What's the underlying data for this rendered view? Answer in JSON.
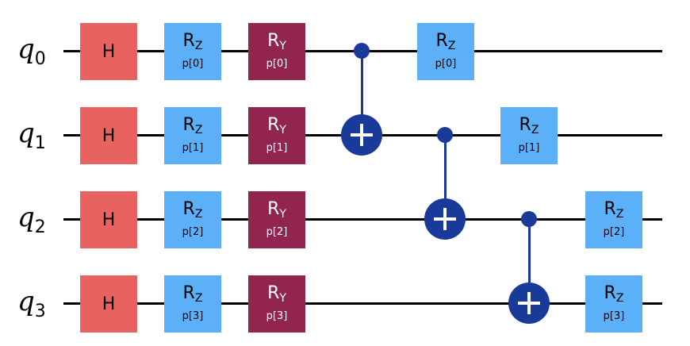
{
  "qubits": [
    {
      "letter": "q",
      "index": "0"
    },
    {
      "letter": "q",
      "index": "1"
    },
    {
      "letter": "q",
      "index": "2"
    },
    {
      "letter": "q",
      "index": "3"
    }
  ],
  "gate_labels": {
    "h": "H",
    "rz_main": "R",
    "rz_sub": "Z",
    "ry_main": "R",
    "ry_sub": "Y"
  },
  "params": [
    "p[0]",
    "p[1]",
    "p[2]",
    "p[3]"
  ],
  "colors": {
    "h_gate": "#e8625f",
    "rz_gate": "#5cb0f7",
    "ry_gate": "#922550",
    "cnot": "#1a3a9a"
  }
}
